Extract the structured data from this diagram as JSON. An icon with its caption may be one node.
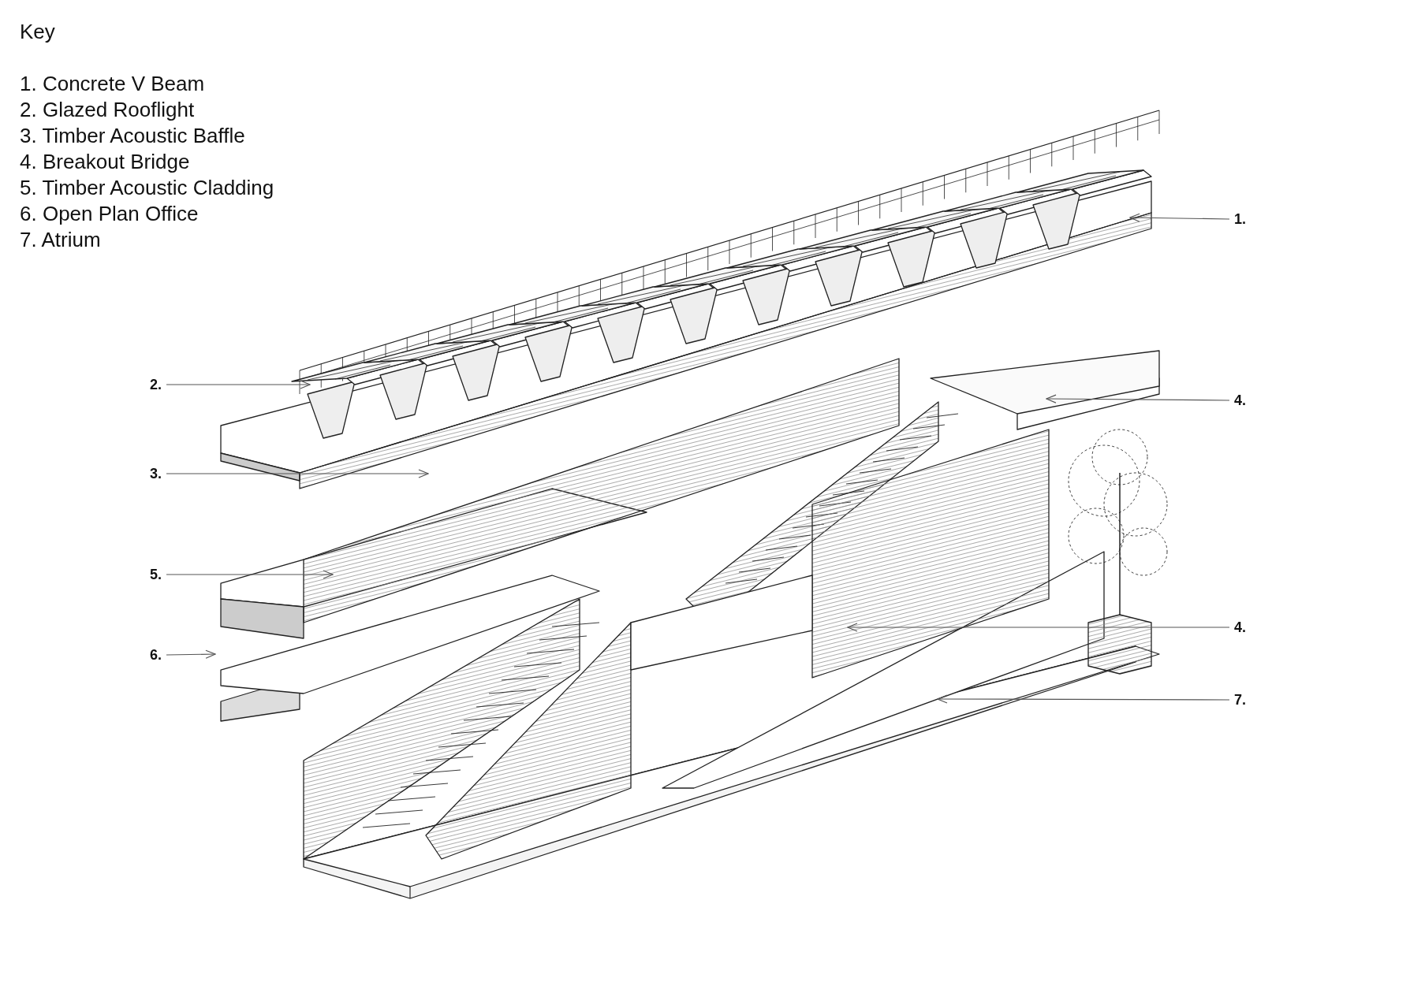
{
  "diagram": {
    "nodes": [
      {
        "text": [
          "1."
        ]
      },
      {
        "text": [
          "2."
        ]
      },
      {
        "text": [
          "4."
        ]
      },
      {
        "text": [
          "3."
        ]
      },
      {
        "text": [
          "5."
        ]
      },
      {
        "text": [
          "4."
        ]
      },
      {
        "text": [
          "6."
        ]
      },
      {
        "text": [
          "7."
        ]
      }
    ],
    "edges": [
      {
        "from": 0,
        "to": null,
        "arrow": "to"
      },
      {
        "from": 1,
        "to": null,
        "arrow": "to"
      },
      {
        "from": 2,
        "to": null,
        "arrow": "to"
      },
      {
        "from": 3,
        "to": null,
        "arrow": "to"
      },
      {
        "from": 4,
        "to": null,
        "arrow": "to"
      },
      {
        "from": 5,
        "to": null,
        "arrow": "to"
      },
      {
        "from": 6,
        "to": null,
        "arrow": "to"
      },
      {
        "from": 7,
        "to": null,
        "arrow": "to"
      }
    ],
    "labels": [
      "Key",
      "1. Concrete V Beam",
      "2. Glazed Rooflight",
      "3. Timber Acoustic Baffle",
      "4. Breakout Bridge",
      "5. Timber Acoustic Cladding",
      "6. Open Plan Office",
      "7. Atrium"
    ]
  }
}
